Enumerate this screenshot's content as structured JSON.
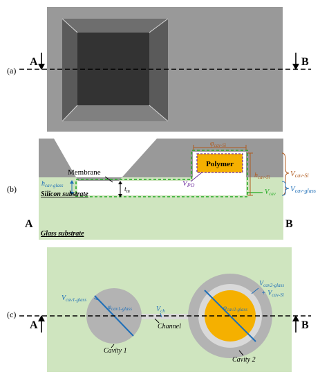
{
  "panel_a": {
    "label": "(a)",
    "section_left": "A",
    "section_right": "B",
    "colors": {
      "substrate": "#999999",
      "cavity_bottom": "#333333",
      "wall_dark": "#555555",
      "wall_light": "#777777"
    }
  },
  "panel_b": {
    "label": "(b)",
    "section_left": "A",
    "section_right": "B",
    "membrane_label": "Membrane",
    "tm_label": "t",
    "tm_sub": "m",
    "polymer_label": "Polymer",
    "phi_cav_si": "φ",
    "phi_cav_si_sub": "cav-Si",
    "h_cav_si": "h",
    "h_cav_si_sub": "cav-Si",
    "v_cav_si": "V",
    "v_cav_si_sub": "cav-Si",
    "v_po": "V",
    "v_po_sub": "PO",
    "h_cav_glass": "h",
    "h_cav_glass_sub": "cav-glass",
    "v_cav": "V",
    "v_cav_sub": "cav",
    "v_cav_glass": "V",
    "v_cav_glass_sub": "cav-glass",
    "silicon_label": "Silicon substrate",
    "glass_label": "Glass substrate",
    "colors": {
      "silicon": "#999999",
      "glass": "#cfe5bf",
      "polymer": "#f5b000",
      "dashed": "#22aa22",
      "brown": "#b05a1e",
      "blue": "#1f6fb8",
      "purple": "#7030a0"
    }
  },
  "panel_c": {
    "label": "(c)",
    "section_left": "A",
    "section_right": "B",
    "v_cav1_glass": "V",
    "v_cav1_glass_sub": "cav1-glass",
    "phi_cav1_glass": "φ",
    "phi_cav1_glass_sub": "cav1-glass",
    "v_ch": "V",
    "v_ch_sub": "ch",
    "channel_label": "Channel",
    "cavity1_label": "Cavity 1",
    "v_cav2_glass": "V",
    "v_cav2_glass_sub": "cav2-glass",
    "v_cav2_plus": "+ V",
    "v_cav2_plus_sub": "cav-Si",
    "phi_cav2_glass": "φ",
    "phi_cav2_glass_sub": "cav2-glass",
    "cavity2_label": "Cavity 2",
    "colors": {
      "glass": "#cfe5bf",
      "cavity": "#b3b3b3",
      "cavity2_outer": "#b3b3b3",
      "cavity2_inner": "#d9d9d9",
      "polymer": "#f5b000",
      "blue": "#1f6fb8"
    }
  }
}
